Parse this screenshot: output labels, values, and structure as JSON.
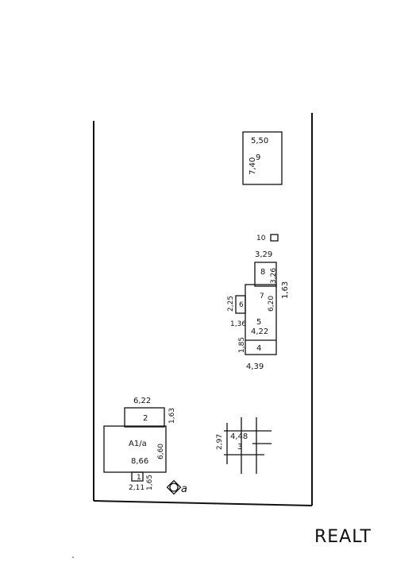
{
  "labels": {
    "b9_w": "5,50",
    "b9_h": "7,40",
    "b9_n": "9",
    "b10_n": "10",
    "b8_w": "3,29",
    "b8_n": "8",
    "b8_h": "3,26",
    "b7_n": "7",
    "b7_h": "6,20",
    "right_h": "1,63",
    "b6_h": "2,25",
    "b6_n": "6",
    "b5_n": "5",
    "b5_w": "1,36",
    "b5_d": "4,22",
    "b4_h": "1,85",
    "b4_n": "4",
    "b4_w": "4,39",
    "b2_w": "6,22",
    "b2_n": "2",
    "b2_h": "1,63",
    "b1_n": "А1/а",
    "b1_w": "8,66",
    "b1_h": "6,60",
    "porch_n": "1",
    "porch_w": "2,11",
    "porch_h": "1,65",
    "well_n": "а",
    "b3_w": "4,48",
    "b3_n": "3",
    "b3_h": "2,97"
  },
  "watermark": "REALT"
}
